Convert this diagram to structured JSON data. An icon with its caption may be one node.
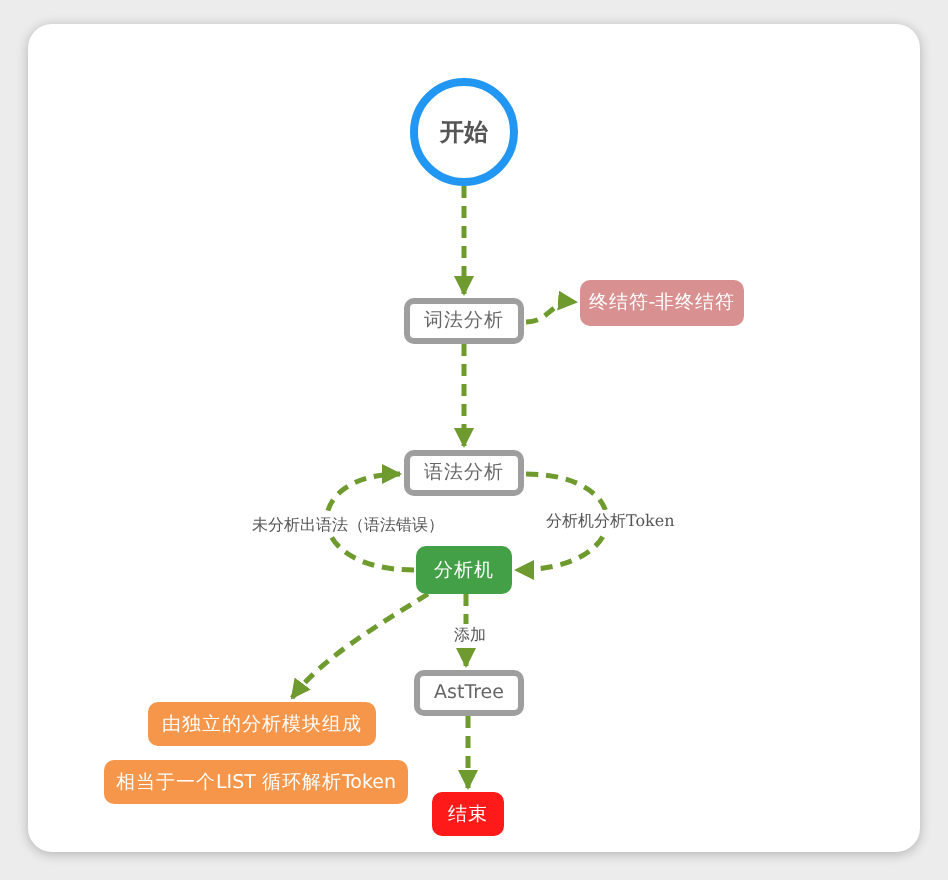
{
  "diagram": {
    "nodes": [
      {
        "text": [
          "开始"
        ]
      },
      {
        "text": [
          "词法分析"
        ]
      },
      {
        "text": [
          "终结符-非终结符"
        ]
      },
      {
        "text": [
          "语法分析"
        ]
      },
      {
        "text": [
          "分析机"
        ]
      },
      {
        "text": [
          "AstTree"
        ]
      },
      {
        "text": [
          "由独立的分析模块组成"
        ]
      },
      {
        "text": [
          "相当于一个LIST 循环解析Token"
        ]
      },
      {
        "text": [
          "结束"
        ]
      }
    ],
    "edges": [
      {
        "from": 0,
        "to": 1,
        "arrow": "to"
      },
      {
        "from": 1,
        "to": 2,
        "arrow": "to"
      },
      {
        "from": 1,
        "to": 3,
        "arrow": "to"
      },
      {
        "from": 4,
        "to": 3,
        "arrow": "to",
        "label": "未分析出语法（语法错误）"
      },
      {
        "from": 3,
        "to": 4,
        "arrow": "to",
        "label": "分析机分析Token"
      },
      {
        "from": 4,
        "to": 6,
        "arrow": "to"
      },
      {
        "from": 4,
        "to": 5,
        "arrow": "to",
        "label": "添加"
      },
      {
        "from": 5,
        "to": 8,
        "arrow": "to"
      }
    ]
  }
}
